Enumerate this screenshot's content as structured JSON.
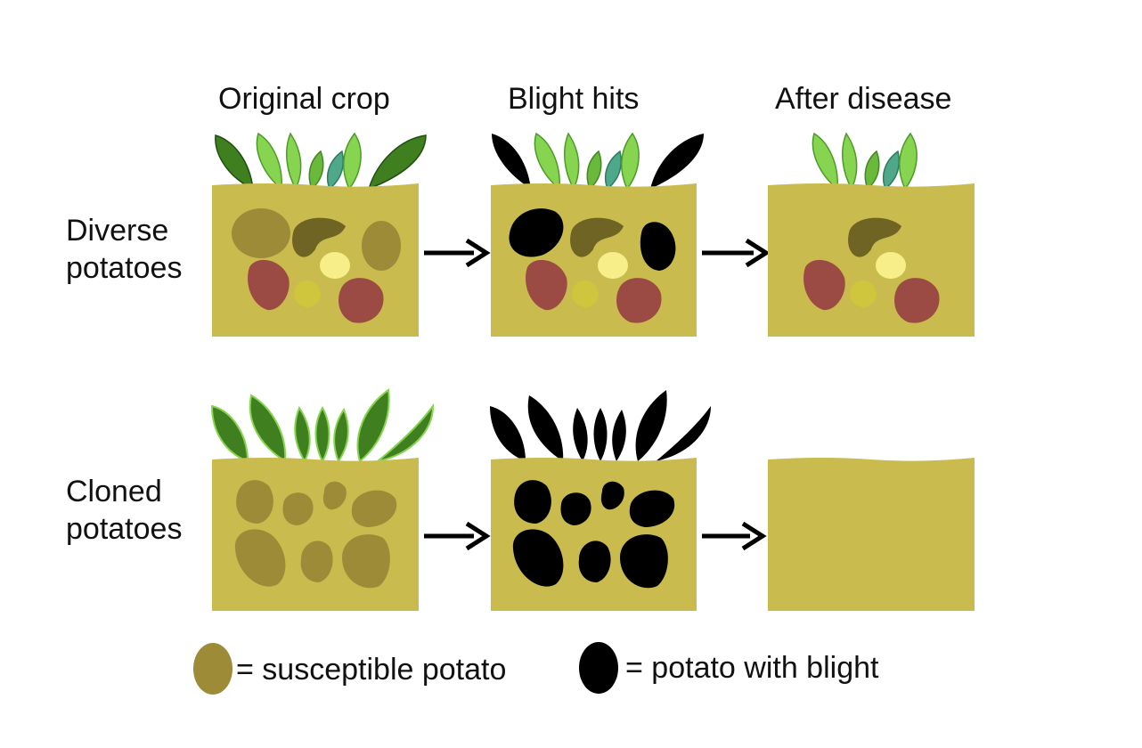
{
  "columns": [
    "Original crop",
    "Blight hits",
    "After disease"
  ],
  "rows": [
    {
      "label_line1": "Diverse",
      "label_line2": "potatoes"
    },
    {
      "label_line1": "Cloned",
      "label_line2": "potatoes"
    }
  ],
  "legend": {
    "susceptible": "= susceptible potato",
    "blight": "= potato with blight"
  },
  "colors": {
    "soil": "#c9bb4e",
    "susceptible_potato": "#9d8b38",
    "blighted": "#000000",
    "red_potato": "#9b4a44",
    "dark_olive_potato": "#6f6424",
    "yellow_potato": "#cfc63d",
    "cream_potato": "#f7ee8a",
    "leaf_dark": "#3f7f1f",
    "leaf_light": "#86d450",
    "leaf_teal": "#4ea88a"
  }
}
